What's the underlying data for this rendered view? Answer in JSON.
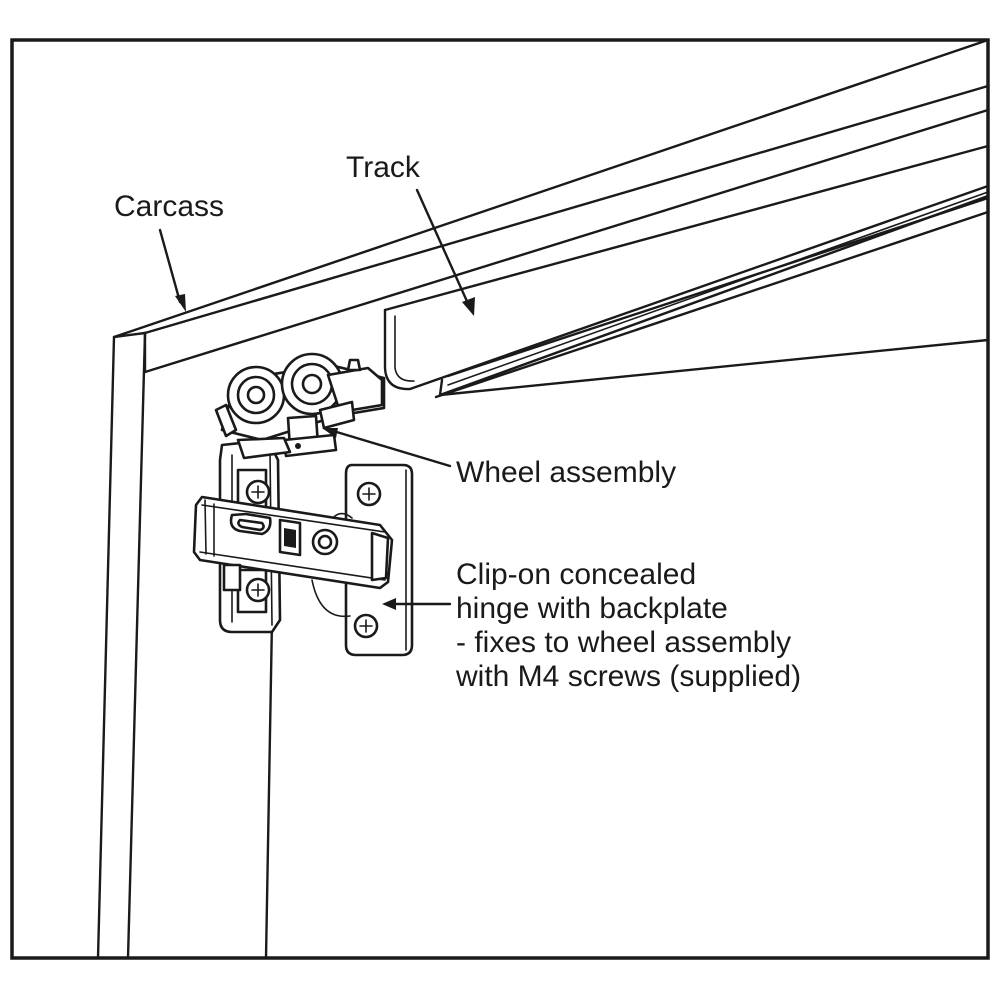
{
  "labels": {
    "carcass": "Carcass",
    "track": "Track",
    "wheel_assembly": "Wheel assembly",
    "hinge_lines": [
      "Clip-on concealed",
      "hinge with backplate",
      "- fixes to wheel assembly",
      "with M4 screws (supplied)"
    ]
  },
  "colors": {
    "line": "#1a1a1a",
    "background": "#ffffff"
  }
}
